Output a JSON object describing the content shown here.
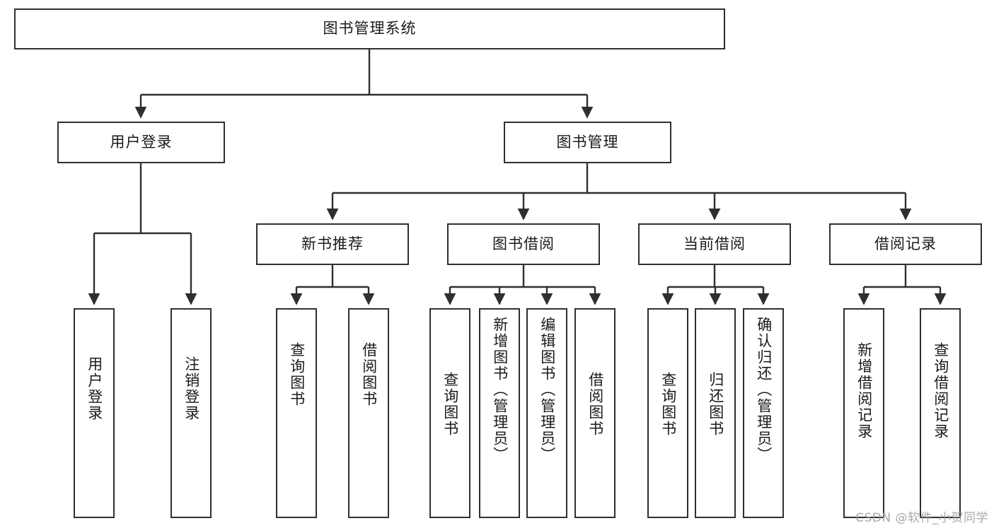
{
  "diagram": {
    "type": "tree",
    "title": "图书管理系统",
    "root": {
      "id": "root",
      "label": "图书管理系统"
    },
    "level2": [
      {
        "id": "user-login",
        "label": "用户登录"
      },
      {
        "id": "book-manage",
        "label": "图书管理"
      }
    ],
    "level3": [
      {
        "id": "new-book-recommend",
        "label": "新书推荐",
        "parent": "book-manage"
      },
      {
        "id": "book-borrow",
        "label": "图书借阅",
        "parent": "book-manage"
      },
      {
        "id": "current-borrow",
        "label": "当前借阅",
        "parent": "book-manage"
      },
      {
        "id": "borrow-record",
        "label": "借阅记录",
        "parent": "book-manage"
      }
    ],
    "leaves": {
      "user_login": [
        {
          "id": "leaf-user-login",
          "label": "用户登录"
        },
        {
          "id": "leaf-logout",
          "label": "注销登录"
        }
      ],
      "new_book_recommend": [
        {
          "id": "leaf-query-book-1",
          "label": "查询图书"
        },
        {
          "id": "leaf-borrow-book-1",
          "label": "借阅图书"
        }
      ],
      "book_borrow": [
        {
          "id": "leaf-query-book-2",
          "label": "查询图书"
        },
        {
          "id": "leaf-add-book",
          "label": "新增图书（管理员）"
        },
        {
          "id": "leaf-edit-book",
          "label": "编辑图书（管理员）"
        },
        {
          "id": "leaf-borrow-book-2",
          "label": "借阅图书"
        }
      ],
      "current_borrow": [
        {
          "id": "leaf-query-book-3",
          "label": "查询图书"
        },
        {
          "id": "leaf-return-book",
          "label": "归还图书"
        },
        {
          "id": "leaf-confirm-return",
          "label": "确认归还（管理员）"
        }
      ],
      "borrow_record": [
        {
          "id": "leaf-add-record",
          "label": "新增借阅记录"
        },
        {
          "id": "leaf-query-record",
          "label": "查询借阅记录"
        }
      ]
    },
    "colors": {
      "stroke": "#2f2f2f",
      "fill": "#ffffff",
      "text": "#1a1a1a",
      "watermark": "#9b9b9b"
    }
  },
  "watermark": {
    "text": "CSDN @软件_小贺同学"
  }
}
